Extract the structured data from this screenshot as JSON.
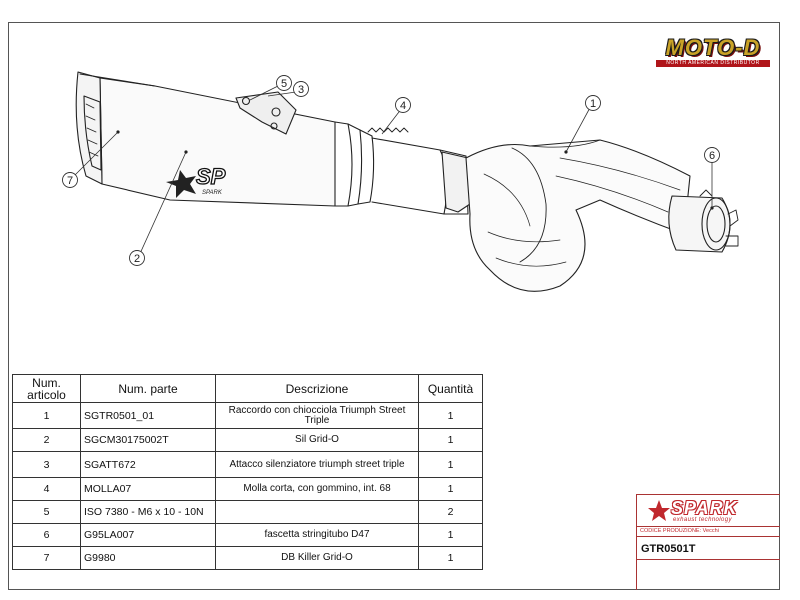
{
  "logo": {
    "brand": "MOTO-D",
    "tagline": "NORTH AMERICAN DISTRIBUTOR"
  },
  "drawing": {
    "balloons": [
      "1",
      "2",
      "3",
      "4",
      "5",
      "6",
      "7"
    ],
    "silencer_badge": "SPARK"
  },
  "table": {
    "headers": [
      "Num. articolo",
      "Num. parte",
      "Descrizione",
      "Quantità"
    ],
    "rows": [
      {
        "num": "1",
        "part": "SGTR0501_01",
        "desc": "Raccordo con chiocciola Triumph Street Triple",
        "qty": "1"
      },
      {
        "num": "2",
        "part": "SGCM30175002T",
        "desc": "Sil Grid-O",
        "qty": "1"
      },
      {
        "num": "3",
        "part": "SGATT672",
        "desc": "Attacco silenziatore triumph street triple",
        "qty": "1"
      },
      {
        "num": "4",
        "part": "MOLLA07",
        "desc": "Molla corta, con gommino, int. 68",
        "qty": "1"
      },
      {
        "num": "5",
        "part": "ISO 7380 - M6 x 10 - 10N",
        "desc": "",
        "qty": "2"
      },
      {
        "num": "6",
        "part": "G95LA007",
        "desc": "fascetta stringitubo D47",
        "qty": "1"
      },
      {
        "num": "7",
        "part": "G9980",
        "desc": "DB Killer Grid-O",
        "qty": "1"
      }
    ]
  },
  "title_block": {
    "brand": "SPARK",
    "tagline": "exhaust technology",
    "codice_label": "CODICE PRODUZIONE: Vecchi",
    "code": "GTR0501T"
  },
  "colors": {
    "line": "#222222",
    "spark_red": "#c0282d",
    "moto_d_gold": "#c9a227"
  }
}
